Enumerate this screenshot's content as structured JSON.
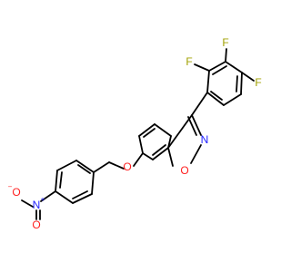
{
  "molecule": {
    "atoms": {
      "fluorine_top_left": {
        "symbol": "F",
        "color": "#a0a000"
      },
      "fluorine_top_right": {
        "symbol": "F",
        "color": "#a0a000"
      },
      "fluorine_right": {
        "symbol": "F",
        "color": "#a0a000"
      },
      "isoxazole_nitrogen": {
        "symbol": "N",
        "color": "#2020ff"
      },
      "isoxazole_oxygen": {
        "symbol": "O",
        "color": "#ff2020"
      },
      "ether_oxygen": {
        "symbol": "O",
        "color": "#ff2020"
      },
      "nitro_nitrogen": {
        "symbol": "N",
        "color": "#2020ff",
        "charge": "+"
      },
      "nitro_oxygen_a": {
        "symbol": "O",
        "color": "#ff2020",
        "charge": "−"
      },
      "nitro_oxygen_b": {
        "symbol": "O",
        "color": "#ff2020"
      }
    },
    "bond_color": "#000000"
  }
}
